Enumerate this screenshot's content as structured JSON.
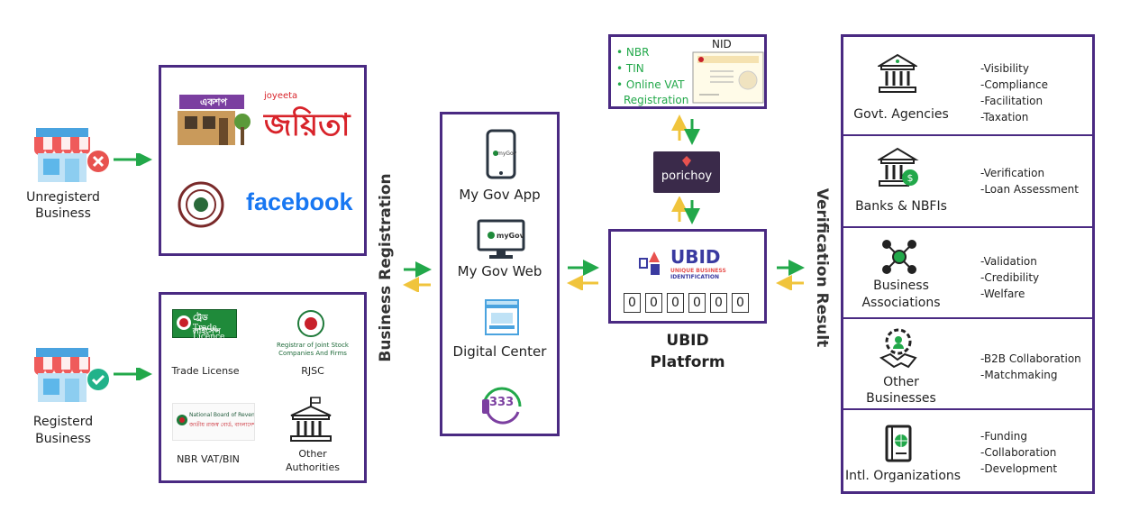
{
  "businesses": {
    "unregistered": {
      "line1": "Unregisterd",
      "line2": "Business"
    },
    "registered": {
      "line1": "Registerd",
      "line2": "Business"
    }
  },
  "platforms": {
    "ekshop": "একশপ",
    "joyeeta_small": "joyeeta",
    "joyeeta_bangla": "জয়িতা",
    "facebook": "facebook"
  },
  "authorities": {
    "trade_licence_bn": "ট্রেড লাইসেন্স",
    "trade_licence_en": "Trade Licence",
    "trade_license": "Trade License",
    "rjsc_logo_text": "Registrar of Joint Stock Companies And Firms",
    "rjsc": "RJSC",
    "nbr_logo_en": "National Board of Revenue, Bangladesh",
    "nbr_logo_bn": "জাতীয় রাজস্ব বোর্ড, বাংলাদেশ",
    "nbr": "NBR VAT/BIN",
    "other1": "Other",
    "other2": "Authorities"
  },
  "labels": {
    "business_registration": "Business Registration",
    "verification_result": "Verification Result"
  },
  "channels": {
    "mygov_app": "My Gov App",
    "mygov_web": "My Gov Web",
    "digital_center": "Digital Center",
    "mygov_logo": "myGov",
    "helpline": "333"
  },
  "nid_box": {
    "title": "NID",
    "items": [
      "NBR",
      "TIN",
      "Online VAT",
      "Registration"
    ]
  },
  "porichoy": "porichoy",
  "ubid": {
    "logo_main": "UBID",
    "logo_sub1": "UNIQUE BUSINESS",
    "logo_sub2": "IDENTIFICATION",
    "digits": [
      "0",
      "0",
      "0",
      "0",
      "0",
      "0"
    ],
    "title1": "UBID",
    "title2": "Platform"
  },
  "results": [
    {
      "name": "Govt. Agencies",
      "items": [
        "-Visibility",
        "-Compliance",
        "-Facilitation",
        "-Taxation"
      ]
    },
    {
      "name": "Banks & NBFIs",
      "items": [
        "-Verification",
        "-Loan Assessment"
      ]
    },
    {
      "name1": "Business",
      "name2": "Associations",
      "items": [
        "-Validation",
        "-Credibility",
        "-Welfare"
      ]
    },
    {
      "name1": "Other",
      "name2": "Businesses",
      "items": [
        "-B2B Collaboration",
        "-Matchmaking"
      ]
    },
    {
      "name": "Intl. Organizations",
      "items": [
        "-Funding",
        "-Collaboration",
        "-Development"
      ]
    }
  ],
  "colors": {
    "frame": "#4a2a82",
    "green_arrow": "#22a84a",
    "yellow_arrow": "#f0c43c"
  }
}
